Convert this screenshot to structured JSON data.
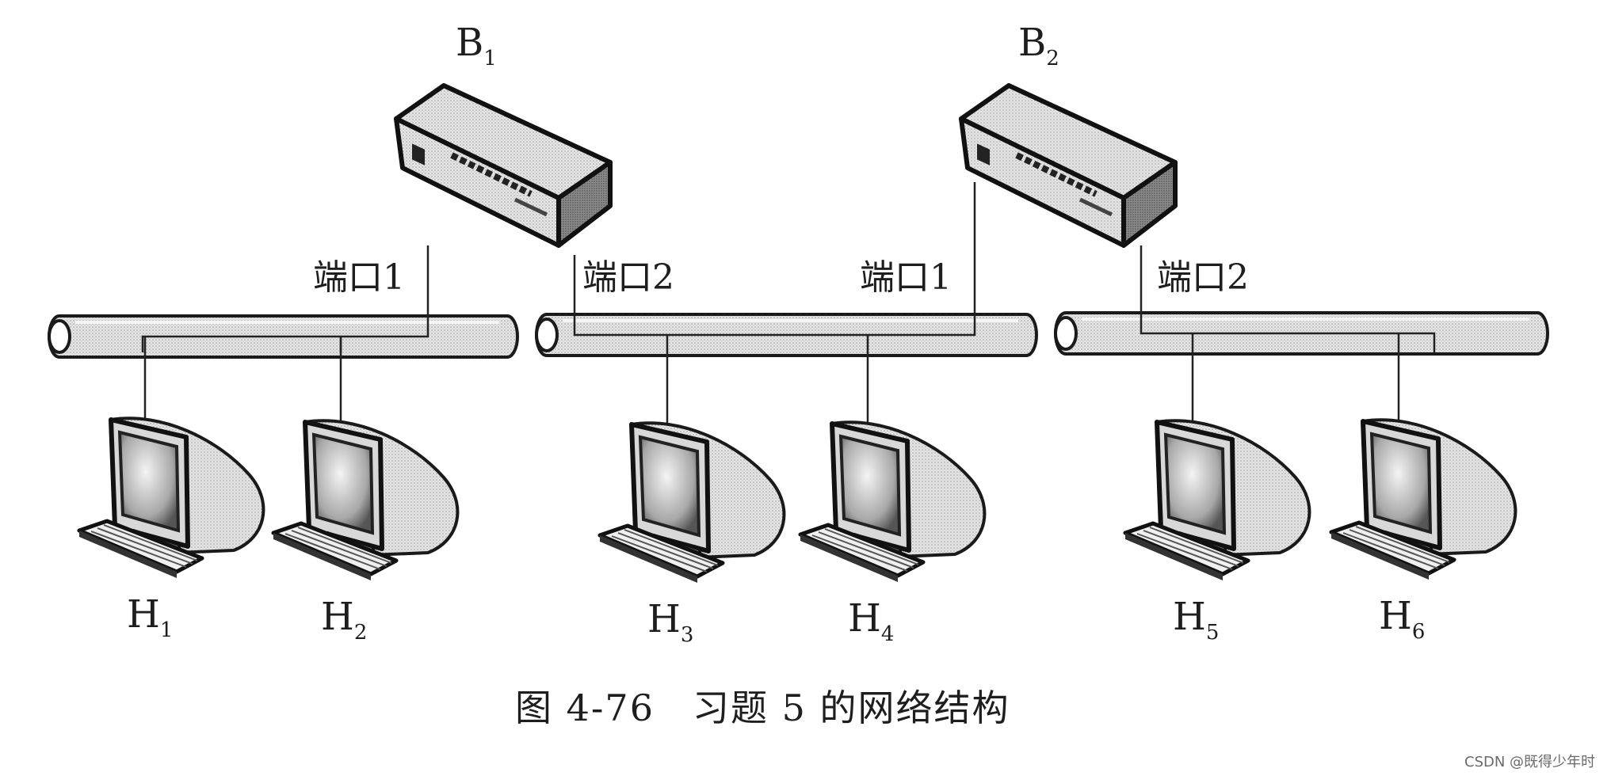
{
  "bridges": [
    {
      "name": "B",
      "sub": "1",
      "icon": "bridge-icon"
    },
    {
      "name": "B",
      "sub": "2",
      "icon": "bridge-icon"
    }
  ],
  "ports": [
    "端口1",
    "端口2",
    "端口1",
    "端口2"
  ],
  "hosts": [
    {
      "name": "H",
      "sub": "1",
      "icon": "computer-icon"
    },
    {
      "name": "H",
      "sub": "2",
      "icon": "computer-icon"
    },
    {
      "name": "H",
      "sub": "3",
      "icon": "computer-icon"
    },
    {
      "name": "H",
      "sub": "4",
      "icon": "computer-icon"
    },
    {
      "name": "H",
      "sub": "5",
      "icon": "computer-icon"
    },
    {
      "name": "H",
      "sub": "6",
      "icon": "computer-icon"
    }
  ],
  "caption": "图 4-76　习题 5 的网络结构",
  "watermark": "CSDN @既得少年时",
  "colors": {
    "ink": "#1e1e1e",
    "cable": "#c9c9c9",
    "device": "#dcdcdc"
  }
}
